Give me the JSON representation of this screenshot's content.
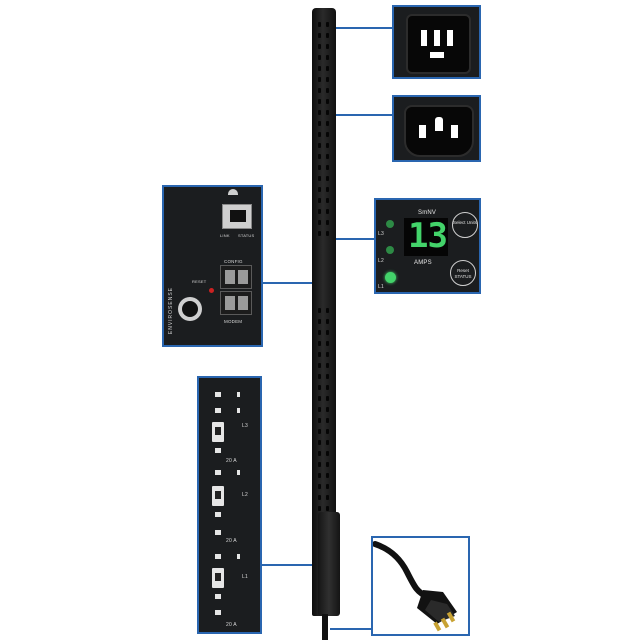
{
  "product": {
    "colors": {
      "callout_border": "#2a66b0",
      "panel": "#1b1d1f",
      "led_green": "#43d36a",
      "led_red": "#e22a2a"
    }
  },
  "display_panel": {
    "brand": "SmNV",
    "reading": "13",
    "unit": "AMPS",
    "phase_labels": [
      "L3",
      "L2",
      "L1"
    ],
    "buttons": [
      "Select Units",
      "Reset STATUS"
    ]
  },
  "network_panel": {
    "port_labels": [
      "LINK",
      "STATUS"
    ],
    "config_label": "CONFIG",
    "modem_label": "MODEM",
    "reset_label": "RESET",
    "side_label": "ENVIROSENSE"
  },
  "breaker_panel": {
    "labels": [
      "L3",
      "20 A",
      "L2",
      "20 A",
      "L1",
      "20 A"
    ]
  },
  "icons": [
    "c19-outlet-icon",
    "c13-outlet-icon",
    "power-plug-icon",
    "network-logo-icon"
  ]
}
